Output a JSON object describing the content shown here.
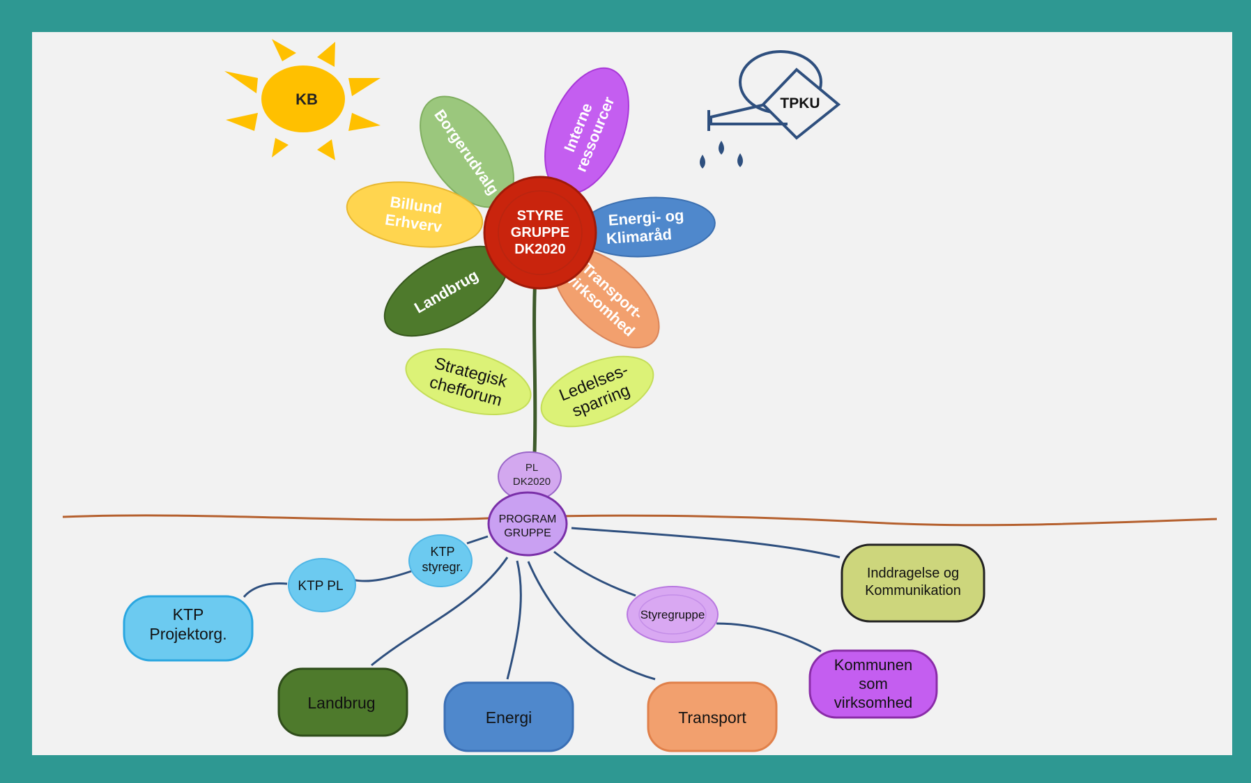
{
  "colors": {
    "frame": "#2e9892",
    "canvas": "#f2f2f2",
    "sun": "#ffc000",
    "center_red": "#c9240d",
    "petal_green_light": "#9bc77d",
    "petal_purple": "#c45ef0",
    "petal_yellow": "#ffd54f",
    "petal_blue": "#4f88cc",
    "petal_dark_green": "#4e7a2c",
    "petal_orange": "#f2a06e",
    "leaf_lime": "#dcf277",
    "pl_purple": "#d3a8ef",
    "ktp_blue": "#6ccaf0",
    "khaki": "#cdd67c",
    "magenta": "#c45ef0",
    "line_blue": "#2e4f7e",
    "ground_brown": "#b5602e"
  },
  "sun": {
    "label": "KB",
    "icon": "sun-icon"
  },
  "watering_can": {
    "label": "TPKU",
    "icon": "watering-can-icon"
  },
  "flower": {
    "center": [
      "STYRE",
      "GRUPPE",
      "DK2020"
    ],
    "petals": {
      "borgerudvalg": [
        "Borgerudvalg"
      ],
      "interne": [
        "Interne",
        "ressourcer"
      ],
      "billund": [
        "Billund",
        "Erhverv"
      ],
      "energi": [
        "Energi- og",
        "Klimaråd"
      ],
      "landbrug": [
        "Landbrug"
      ],
      "transport": [
        "Transport-",
        "virksomhed"
      ]
    },
    "leaves": {
      "strategisk": [
        "Strategisk",
        "chefforum"
      ],
      "ledelses": [
        "Ledelses-",
        "sparring"
      ]
    }
  },
  "roots": {
    "pl": [
      "PL",
      "DK2020"
    ],
    "program": [
      "PROGRAM",
      "GRUPPE"
    ],
    "ktp_styregr": [
      "KTP",
      "styregr."
    ],
    "ktp_pl": [
      "KTP PL"
    ],
    "ktp_projektorg": [
      "KTP",
      "Projektorg."
    ],
    "styregruppe": [
      "Styregruppe"
    ],
    "inddragelse": [
      "Inddragelse og",
      "Kommunikation"
    ],
    "kommunen": [
      "Kommunen",
      "som",
      "virksomhed"
    ],
    "landbrug": [
      "Landbrug"
    ],
    "energi": [
      "Energi"
    ],
    "transport": [
      "Transport"
    ]
  }
}
